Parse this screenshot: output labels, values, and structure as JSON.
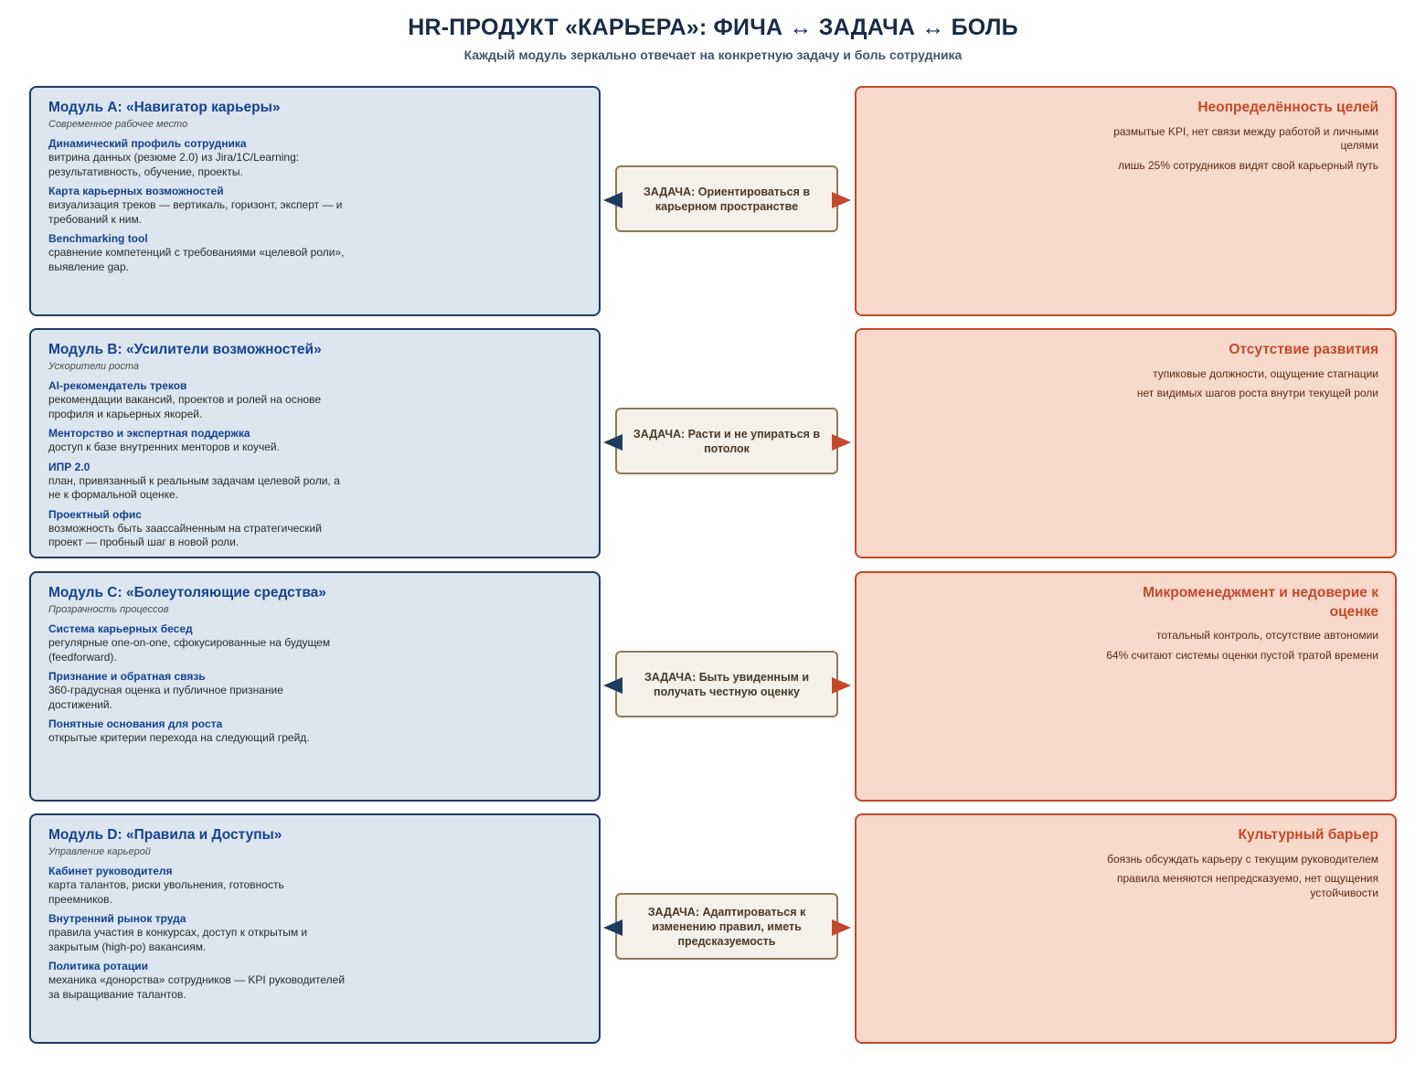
{
  "title": "HR-ПРОДУКТ «КАРЬЕРА»: ФИЧА ↔ ЗАДАЧА ↔ БОЛЬ",
  "subtitle": "Каждый модуль зеркально отвечает на конкретную задачу и боль сотрудника",
  "colors": {
    "module_bg": "#dce6f0",
    "module_border": "#1f3b60",
    "module_title": "#17418e",
    "task_bg": "#f4f0ea",
    "task_border": "#8d7a5c",
    "pain_bg": "#f8d9cb",
    "pain_border": "#c4492a"
  },
  "rows": [
    {
      "module": {
        "title": "Модуль A: «Навигатор карьеры»",
        "subtitle": "Современное рабочее место",
        "features": [
          {
            "name": "Динамический профиль сотрудника",
            "desc": "витрина данных (резюме 2.0) из Jira/1C/Learning: результативность, обучение, проекты."
          },
          {
            "name": "Карта карьерных возможностей",
            "desc": "визуализация треков — вертикаль, горизонт, эксперт — и требований к ним."
          },
          {
            "name": "Benchmarking tool",
            "desc": "сравнение компетенций с требованиями «целевой роли», выявление gap."
          }
        ]
      },
      "task": "ЗАДАЧА: Ориентироваться в карьерном пространстве",
      "pain": {
        "title": "Неопределённость целей",
        "items": [
          "размытые KPI, нет связи между работой и личными целями",
          "лишь 25% сотрудников видят свой карьерный путь"
        ]
      }
    },
    {
      "module": {
        "title": "Модуль B: «Усилители возможностей»",
        "subtitle": "Ускорители роста",
        "features": [
          {
            "name": "AI-рекомендатель треков",
            "desc": "рекомендации вакансий, проектов и ролей на основе профиля и карьерных якорей."
          },
          {
            "name": "Менторство и экспертная поддержка",
            "desc": "доступ к базе внутренних менторов и коучей."
          },
          {
            "name": "ИПР 2.0",
            "desc": "план, привязанный к реальным задачам целевой роли, а не к формальной оценке."
          },
          {
            "name": "Проектный офис",
            "desc": "возможность быть заассайненным на стратегический проект — пробный шаг в новой роли."
          }
        ]
      },
      "task": "ЗАДАЧА: Расти и не упираться в потолок",
      "pain": {
        "title": "Отсутствие развития",
        "items": [
          "тупиковые должности, ощущение стагнации",
          "нет видимых шагов роста внутри текущей роли"
        ]
      }
    },
    {
      "module": {
        "title": "Модуль C: «Болеутоляющие средства»",
        "subtitle": "Прозрачность процессов",
        "features": [
          {
            "name": "Система карьерных бесед",
            "desc": "регулярные one-on-one, сфокусированные на будущем (feedforward)."
          },
          {
            "name": "Признание и обратная связь",
            "desc": "360-градусная оценка и публичное признание достижений."
          },
          {
            "name": "Понятные основания для роста",
            "desc": "открытые критерии перехода на следующий грейд."
          }
        ]
      },
      "task": "ЗАДАЧА: Быть увиденным и получать честную оценку",
      "pain": {
        "title": "Микроменеджмент и недоверие к оценке",
        "items": [
          "тотальный контроль, отсутствие автономии",
          "64% считают системы оценки пустой тратой времени"
        ]
      }
    },
    {
      "module": {
        "title": "Модуль D: «Правила и Доступы»",
        "subtitle": "Управление карьерой",
        "features": [
          {
            "name": "Кабинет руководителя",
            "desc": "карта талантов, риски увольнения, готовность преемников."
          },
          {
            "name": "Внутренний рынок труда",
            "desc": "правила участия в конкурсах, доступ к открытым и закрытым (high-po) вакансиям."
          },
          {
            "name": "Политика ротации",
            "desc": "механика «донорства» сотрудников — KPI руководителей за выращивание талантов."
          }
        ]
      },
      "task": "ЗАДАЧА: Адаптироваться к изменению правил, иметь предсказуемость",
      "pain": {
        "title": "Культурный барьер",
        "items": [
          "боязнь обсуждать карьеру с текущим руководителем",
          "правила меняются непредсказуемо, нет ощущения устойчивости"
        ]
      }
    }
  ]
}
